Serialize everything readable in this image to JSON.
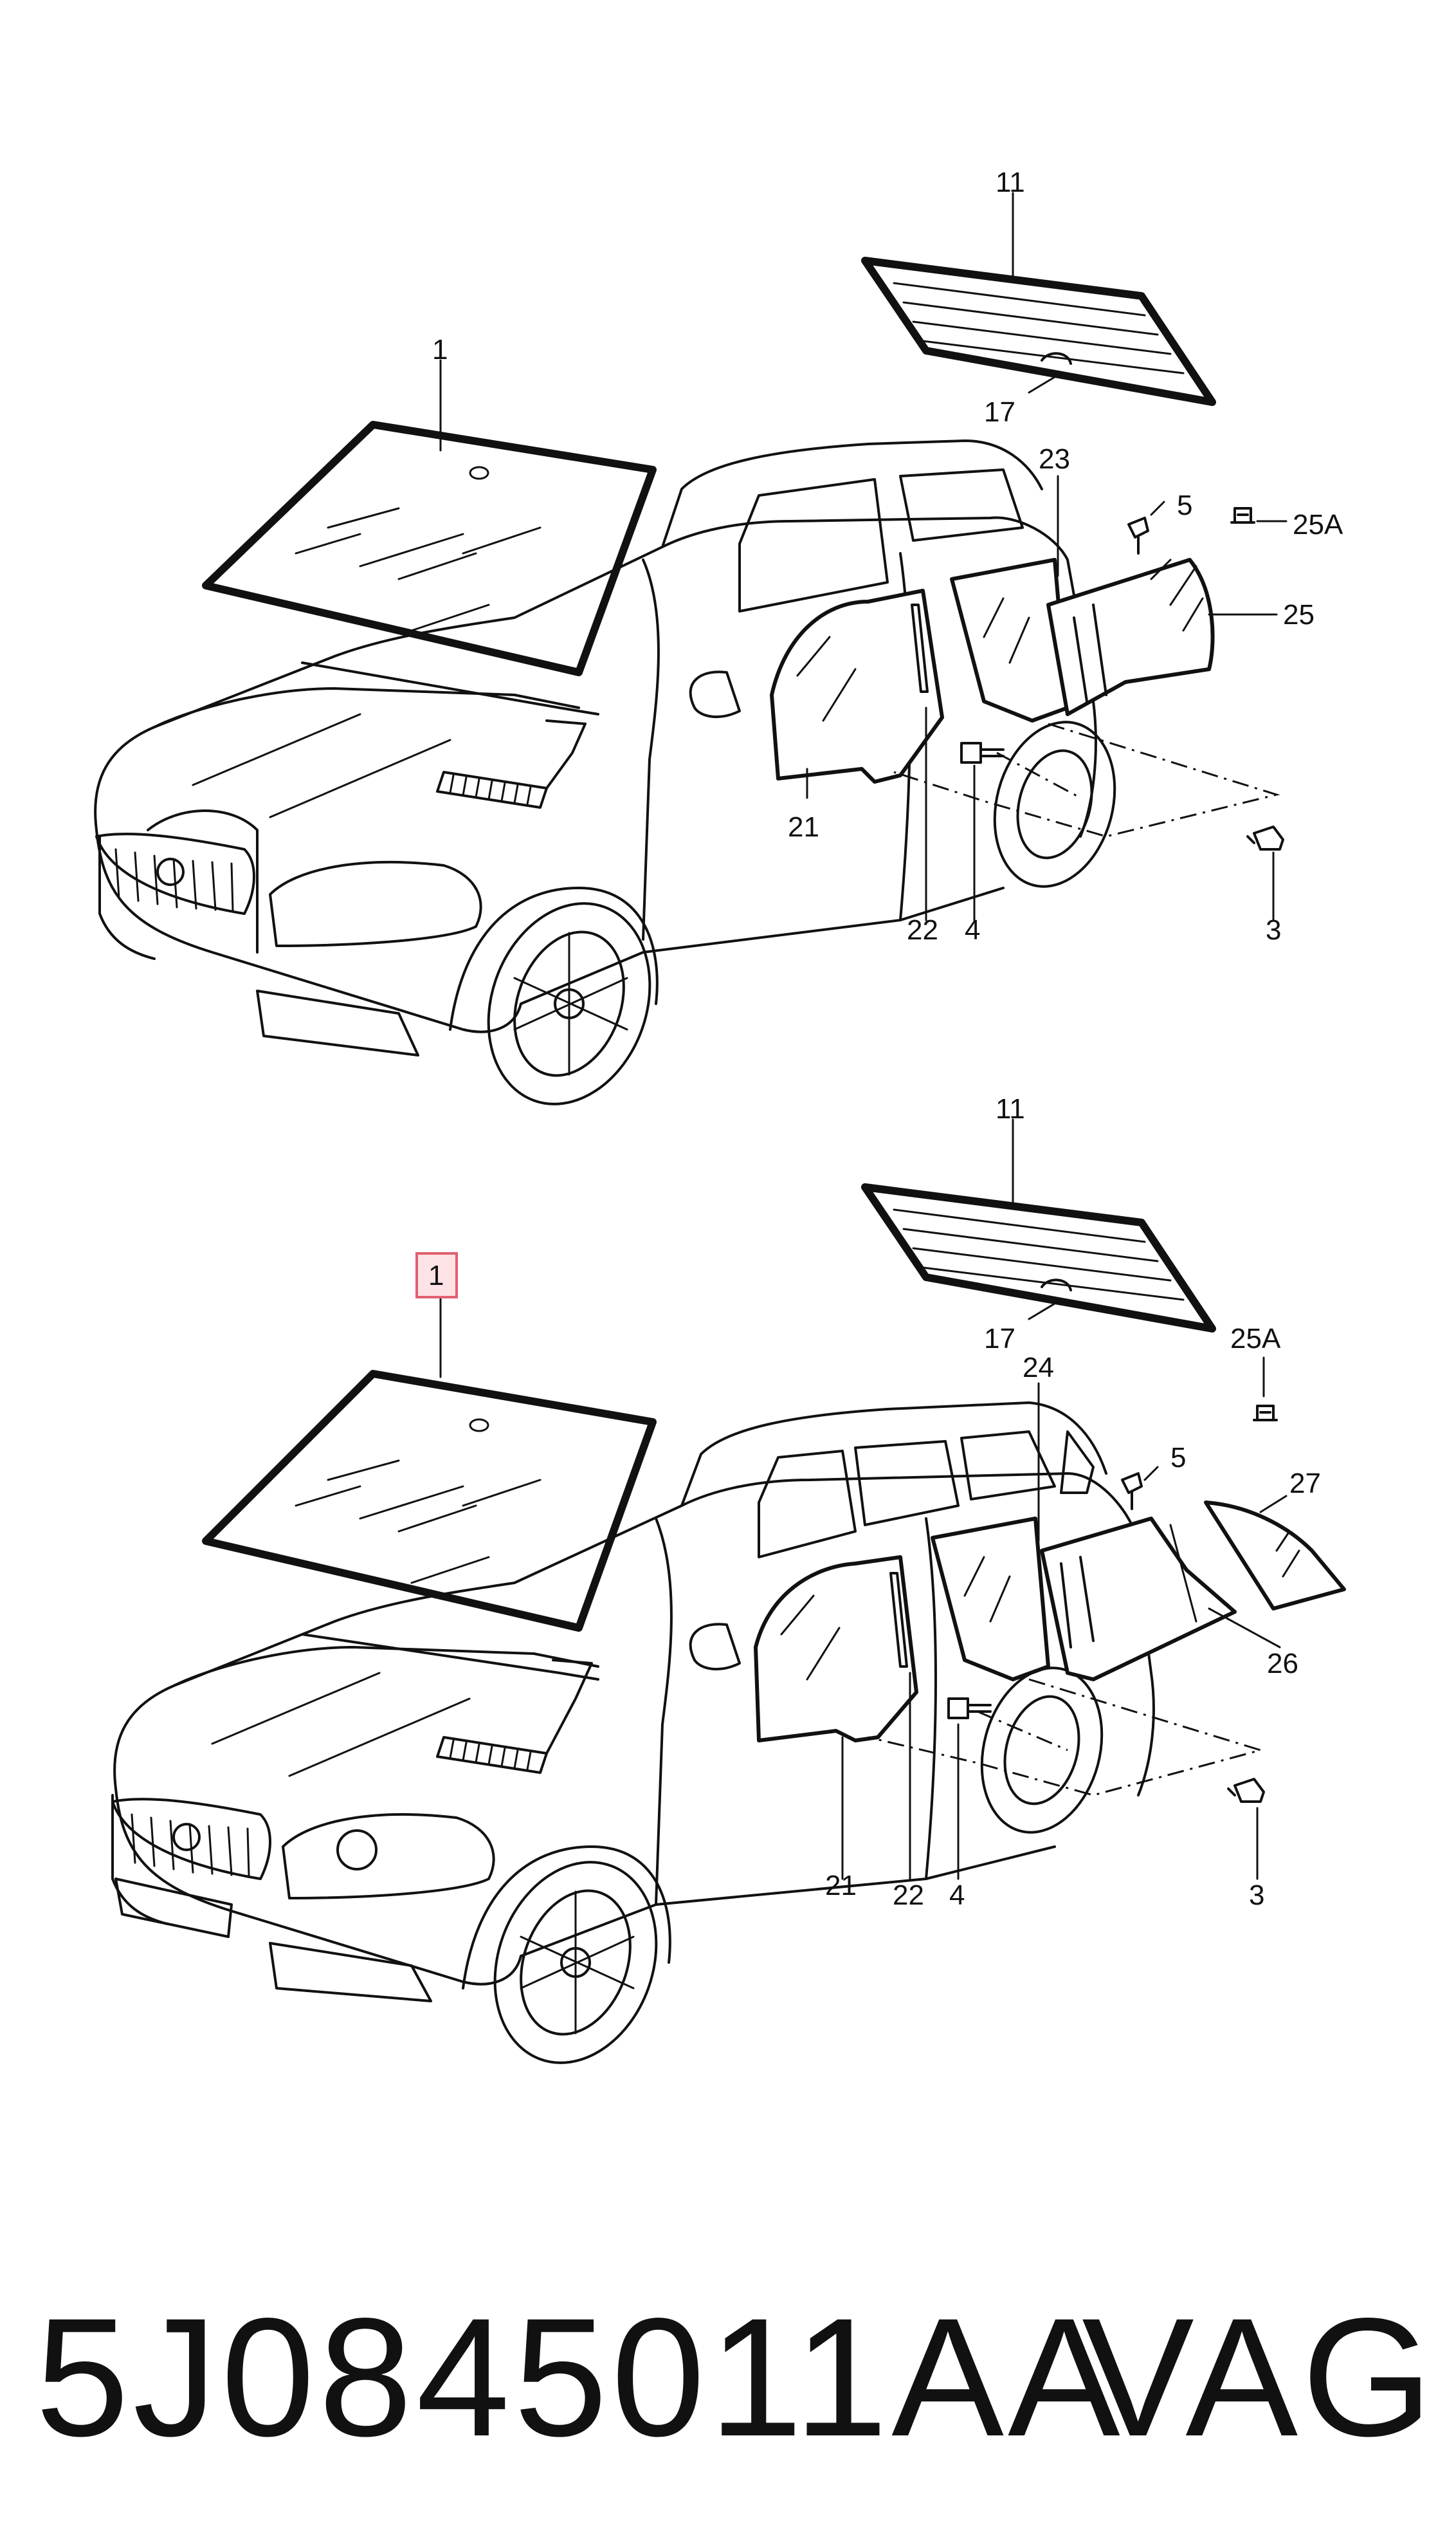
{
  "diagrams": [
    {
      "id": "upper",
      "callouts": [
        {
          "key": "11",
          "label": "11"
        },
        {
          "key": "1",
          "label": "1"
        },
        {
          "key": "17",
          "label": "17"
        },
        {
          "key": "23",
          "label": "23"
        },
        {
          "key": "5",
          "label": "5"
        },
        {
          "key": "25A",
          "label": "25A"
        },
        {
          "key": "25",
          "label": "25"
        },
        {
          "key": "21",
          "label": "21"
        },
        {
          "key": "22",
          "label": "22"
        },
        {
          "key": "4",
          "label": "4"
        },
        {
          "key": "3",
          "label": "3"
        }
      ]
    },
    {
      "id": "lower",
      "highlighted_callout": "1",
      "callouts": [
        {
          "key": "11",
          "label": "11"
        },
        {
          "key": "1",
          "label": "1"
        },
        {
          "key": "17",
          "label": "17"
        },
        {
          "key": "25A",
          "label": "25A"
        },
        {
          "key": "24",
          "label": "24"
        },
        {
          "key": "5",
          "label": "5"
        },
        {
          "key": "27",
          "label": "27"
        },
        {
          "key": "26",
          "label": "26"
        },
        {
          "key": "21",
          "label": "21"
        },
        {
          "key": "22",
          "label": "22"
        },
        {
          "key": "4",
          "label": "4"
        },
        {
          "key": "3",
          "label": "3"
        }
      ]
    }
  ],
  "footer": {
    "part_number": "5J0845011AA",
    "brand": "VAG"
  },
  "colors": {
    "ink": "#111111",
    "highlight_border": "#e06070",
    "highlight_fill": "#fde2e6",
    "background": "#ffffff"
  }
}
